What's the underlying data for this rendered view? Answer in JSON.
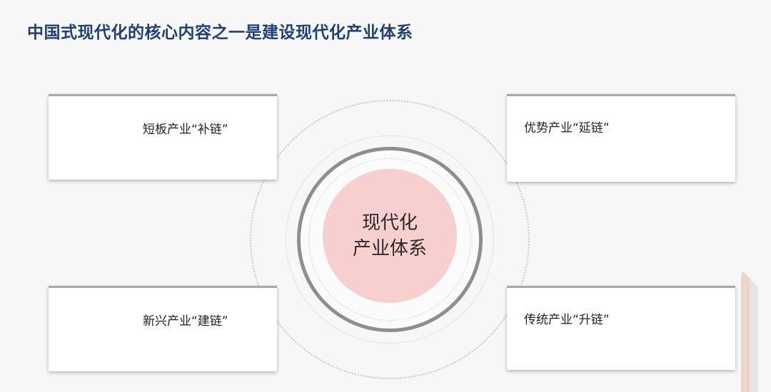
{
  "title": "中国式现代化的核心内容之一是建设现代化产业体系",
  "center": {
    "line1": "现代化",
    "line2": "产业体系"
  },
  "boxes": {
    "top_left": "短板产业“补链”",
    "top_right": "优势产业“延链”",
    "bottom_left": "新兴产业“建链”",
    "bottom_right": "传统产业“升链”"
  },
  "colors": {
    "title": "#1f3f77",
    "center_fill": "#f6cfce",
    "ring": "#8e8e8e"
  }
}
